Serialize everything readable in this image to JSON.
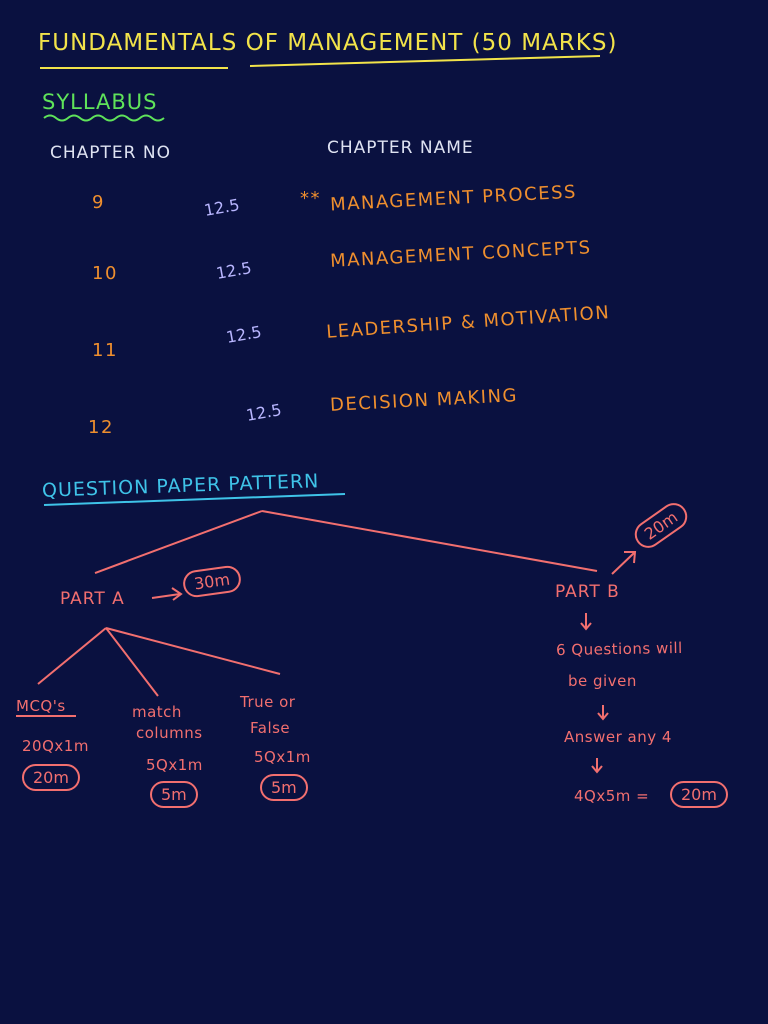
{
  "title": "FUNDAMENTALS OF MANAGEMENT (50 MARKS)",
  "syllabus_heading": "SYLLABUS",
  "table": {
    "col_chapter_no": "CHAPTER NO",
    "col_chapter_name": "CHAPTER NAME",
    "rows": [
      {
        "no": "9",
        "marks": "12.5",
        "name": "MANAGEMENT PROCESS",
        "star": "**"
      },
      {
        "no": "10",
        "marks": "12.5",
        "name": "MANAGEMENT CONCEPTS"
      },
      {
        "no": "11",
        "marks": "12.5",
        "name": "LEADERSHIP & MOTIVATION"
      },
      {
        "no": "12",
        "marks": "12.5",
        "name": "DECISION MAKING"
      }
    ]
  },
  "pattern_heading": "QUESTION PAPER PATTERN",
  "part_a": {
    "label": "PART A",
    "marks": "30m",
    "children": [
      {
        "title": "MCQ's",
        "detail": "20Qx1m",
        "marks": "20m"
      },
      {
        "title_line1": "match",
        "title_line2": "columns",
        "detail": "5Qx1m",
        "marks": "5m"
      },
      {
        "title_line1": "True or",
        "title_line2": "False",
        "detail": "5Qx1m",
        "marks": "5m"
      }
    ]
  },
  "part_b": {
    "label": "PART B",
    "marks": "20m",
    "line1": "6 Questions will",
    "line2": "be given",
    "line3": "Answer any 4",
    "line4": "4Qx5m =",
    "result": "20m"
  },
  "colors": {
    "background": "#0a1140",
    "title": "#f2e34a",
    "syllabus": "#5fe35a",
    "heading": "#dfe3f2",
    "chapter": "#ef8f2e",
    "marks": "#b9b6ff",
    "pattern": "#3fc3e8",
    "tree": "#f26f6f"
  }
}
